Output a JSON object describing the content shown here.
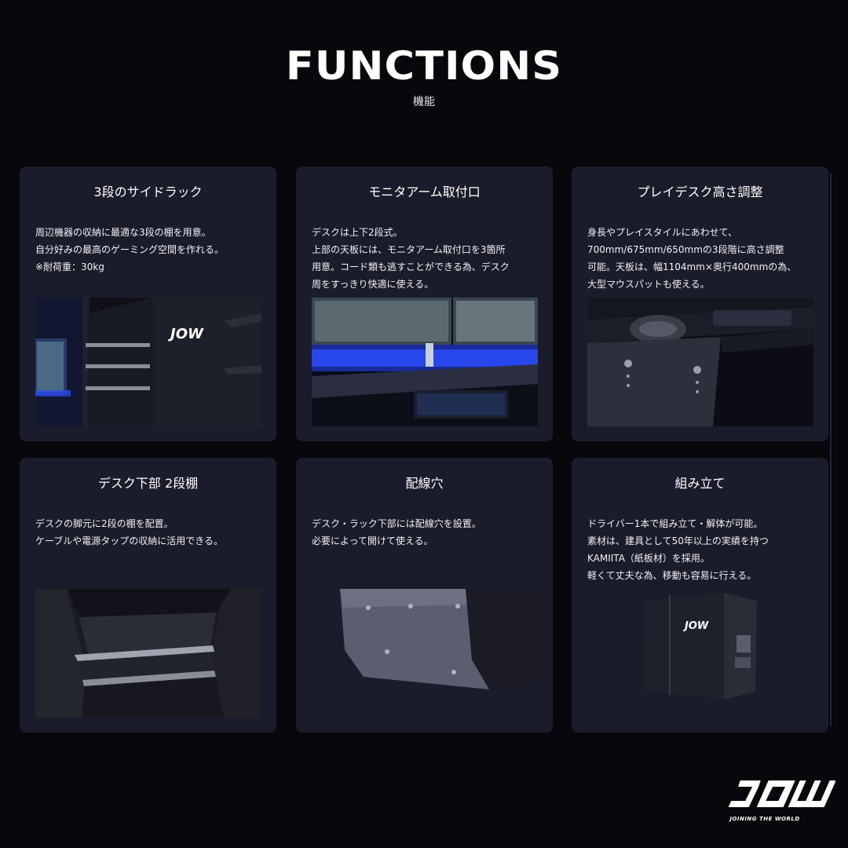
{
  "header": {
    "title": "FUNCTIONS",
    "subtitle": "機能"
  },
  "cards": [
    {
      "title": "3段のサイドラック",
      "lines": [
        "周辺機器の収納に最適な3段の棚を用意。",
        "自分好みの最高のゲーミング空間を作れる。",
        "※耐荷重：30kg"
      ],
      "image_icon": "side-rack-photo"
    },
    {
      "title": "モニタアーム取付口",
      "lines": [
        "デスクは上下2段式。",
        "上部の天板には、モニタアーム取付口を3箇所",
        "用意。コード類も逃すことができる為、デスク",
        "周をすっきり快適に使える。"
      ],
      "image_icon": "monitor-arm-photo"
    },
    {
      "title": "プレイデスク高さ調整",
      "lines": [
        "身長やプレイスタイルにあわせて、",
        "700mm/675mm/650mmの3段階に高さ調整",
        "可能。天板は、幅1104mm×奥行400mmの為、",
        "大型マウスパットも使える。"
      ],
      "image_icon": "desk-height-photo"
    },
    {
      "title": "デスク下部 2段棚",
      "lines": [
        "デスクの脚元に2段の棚を配置。",
        "ケーブルや電源タップの収納に活用できる。"
      ],
      "image_icon": "lower-shelf-photo"
    },
    {
      "title": "配線穴",
      "lines": [
        "デスク・ラック下部には配線穴を設置。",
        "必要によって開けて使える。"
      ],
      "image_icon": "cable-hole-photo"
    },
    {
      "title": "組み立て",
      "lines": [
        "ドライバー1本で組み立て・解体が可能。",
        "素材は、建具として50年以上の実績を持つ",
        "KAMIITA（紙板材）を採用。",
        "軽くて丈夫な為、移動も容易に行える。"
      ],
      "image_icon": "assembly-photo"
    }
  ],
  "brand": {
    "logo_text": "JOW",
    "tagline": "JOINING THE WORLD"
  },
  "colors": {
    "background": "#07070c",
    "card": "#1b1c2b",
    "accent_blue": "#2b4dff",
    "text": "#ffffff"
  }
}
